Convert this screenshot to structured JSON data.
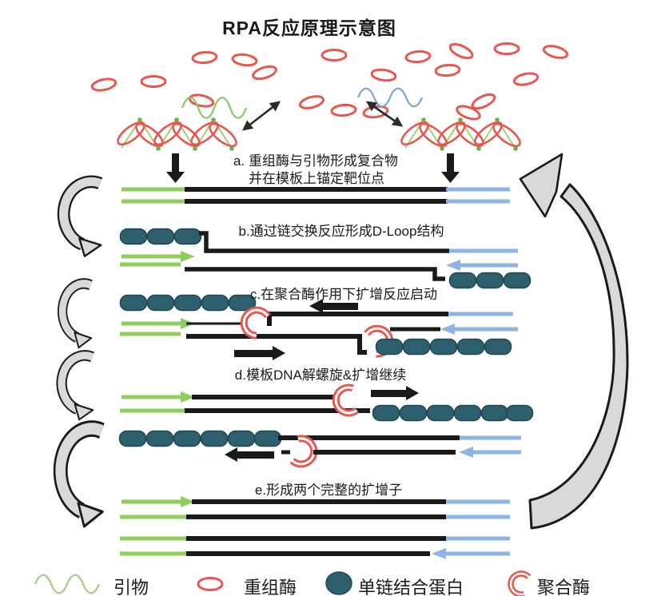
{
  "title": "RPA反应原理示意图",
  "steps": {
    "a1": "a. 重组酶与引物形成复合物",
    "a2": "并在模板上锚定靶位点",
    "b": "b.通过链交换反应形成D-Loop结构",
    "c": "c.在聚合酶作用下扩增反应启动",
    "d": "d.模板DNA解螺旋&扩增继续",
    "e": "e.形成两个完整的扩增子"
  },
  "legend": {
    "items": [
      {
        "icon": "primer-wave-icon",
        "label": "引物"
      },
      {
        "icon": "recombinase-oval-icon",
        "label": "重组酶"
      },
      {
        "icon": "ssb-protein-icon",
        "label": "单链结合蛋白"
      },
      {
        "icon": "polymerase-crescent-icon",
        "label": "聚合酶"
      }
    ]
  },
  "colors": {
    "recombinase_red": "#E8564E",
    "ssb_teal": "#2D5F6D",
    "primer_green": "#8FCE5E",
    "filament_green": "#9CCB6C",
    "reverse_primer_blue": "#8EB4E3",
    "template_black": "#1A1A1A",
    "arrow_gray_fill": "#D9D9D9"
  }
}
